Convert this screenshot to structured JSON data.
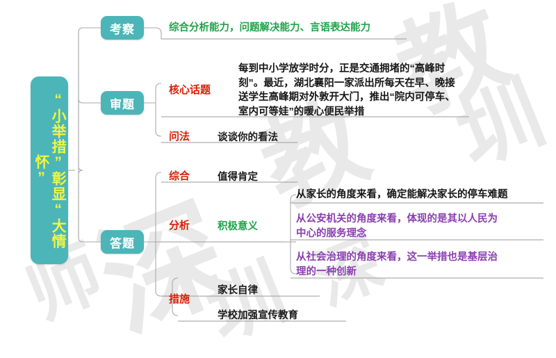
{
  "diagram": {
    "type": "mind-map",
    "root": {
      "label": "“小举措”彰显“大情怀”"
    },
    "colors": {
      "node_fill": "#4cb5b8",
      "root_text": "#f2f542",
      "node_text": "#ffffff",
      "red": "#d81f06",
      "green": "#21a24a",
      "purple": "#8a3fb0",
      "dark": "#161616",
      "connector": "#a9a9a9",
      "watermark": "#e9e9e9",
      "background": "#ffffff"
    },
    "branches": [
      {
        "label": "考察",
        "items": [
          {
            "key": "",
            "value": "综合分析能力，问题解决能力、言语表达能力"
          }
        ]
      },
      {
        "label": "审题",
        "items": [
          {
            "key": "核心话题",
            "value": "每到中小学放学时分，正是交通拥堵的“高峰时刻”。最近，湖北襄阳一家派出所每天在早、晚接送学生高峰期对外敦开大门，推出“院内可停车、室内可等娃”的暖心便民举措",
            "value_lines": [
              "每到中小学放学时分，正是交通拥堵的“高峰时",
              "刻”。最近，湖北襄阳一家派出所每天在早、晚接",
              "送学生高峰期对外敦开大门，推出“院内可停车、",
              "室内可等娃”的暖心便民举措"
            ]
          },
          {
            "key": "问法",
            "value": "谈谈你的看法"
          }
        ]
      },
      {
        "label": "答题",
        "items": [
          {
            "key": "综合",
            "value": "值得肯定"
          },
          {
            "key": "分析",
            "sub_key": "积极意义",
            "blocks": [
              {
                "text": "从家长的角度来看，确定能解决家长的停车难题",
                "color": "dark",
                "lines": [
                  "从家长的角度来看，确定能解决家长的停车难题"
                ]
              },
              {
                "text": "从公安机关的角度来看，体现的是其以人民为中心的服务理念",
                "color": "purple",
                "lines": [
                  "从公安机关的角度来看，体现的是其以人民为",
                  "中心的服务理念"
                ]
              },
              {
                "text": "从社会治理的角度来看，这一举措也是基层治理的一种创新",
                "color": "purple",
                "lines": [
                  "从社会治理的角度来看，这一举措也是基层治",
                  "理的一种创新"
                ]
              }
            ]
          },
          {
            "key": "措施",
            "values": [
              "家长自律",
              "学校加强宣传教育"
            ]
          }
        ]
      }
    ],
    "watermark": {
      "text": "深圳教师",
      "chars": [
        "深",
        "圳",
        "教",
        "师"
      ]
    }
  }
}
